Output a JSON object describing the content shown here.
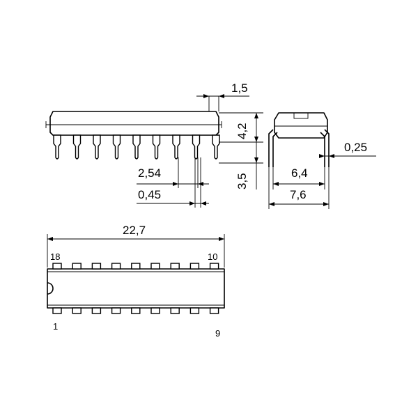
{
  "dimensions": {
    "lead_spacing_top": "1,5",
    "body_height": "4,2",
    "lead_length": "3,5",
    "pin_pitch": "2,54",
    "pin_width": "0,45",
    "lead_thickness": "0,25",
    "body_width": "6,4",
    "row_spacing": "7,6",
    "body_length": "22,7"
  },
  "pins": {
    "top_left": "18",
    "top_right": "10",
    "bottom_left": "1",
    "bottom_right": "9"
  }
}
